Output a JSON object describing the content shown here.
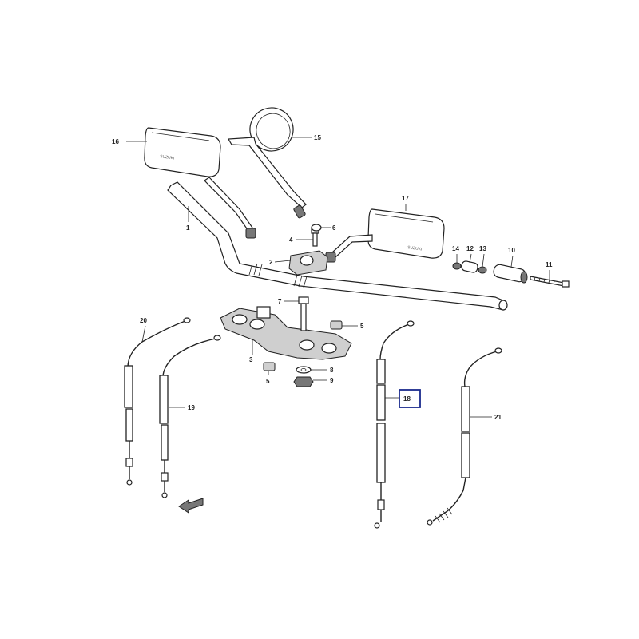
{
  "labels": {
    "p1": "1",
    "p2": "2",
    "p3": "3",
    "p4": "4",
    "p5a": "5",
    "p5b": "5",
    "p6": "6",
    "p7": "7",
    "p8": "8",
    "p9": "9",
    "p10": "10",
    "p11": "11",
    "p12": "12",
    "p13": "13",
    "p14": "14",
    "p15": "15",
    "p16": "16",
    "p17": "17",
    "p18": "18",
    "p19": "19",
    "p20": "20",
    "p21": "21"
  },
  "mirror_brand": "SUZUKI",
  "highlight_color": "#1a2a8c"
}
